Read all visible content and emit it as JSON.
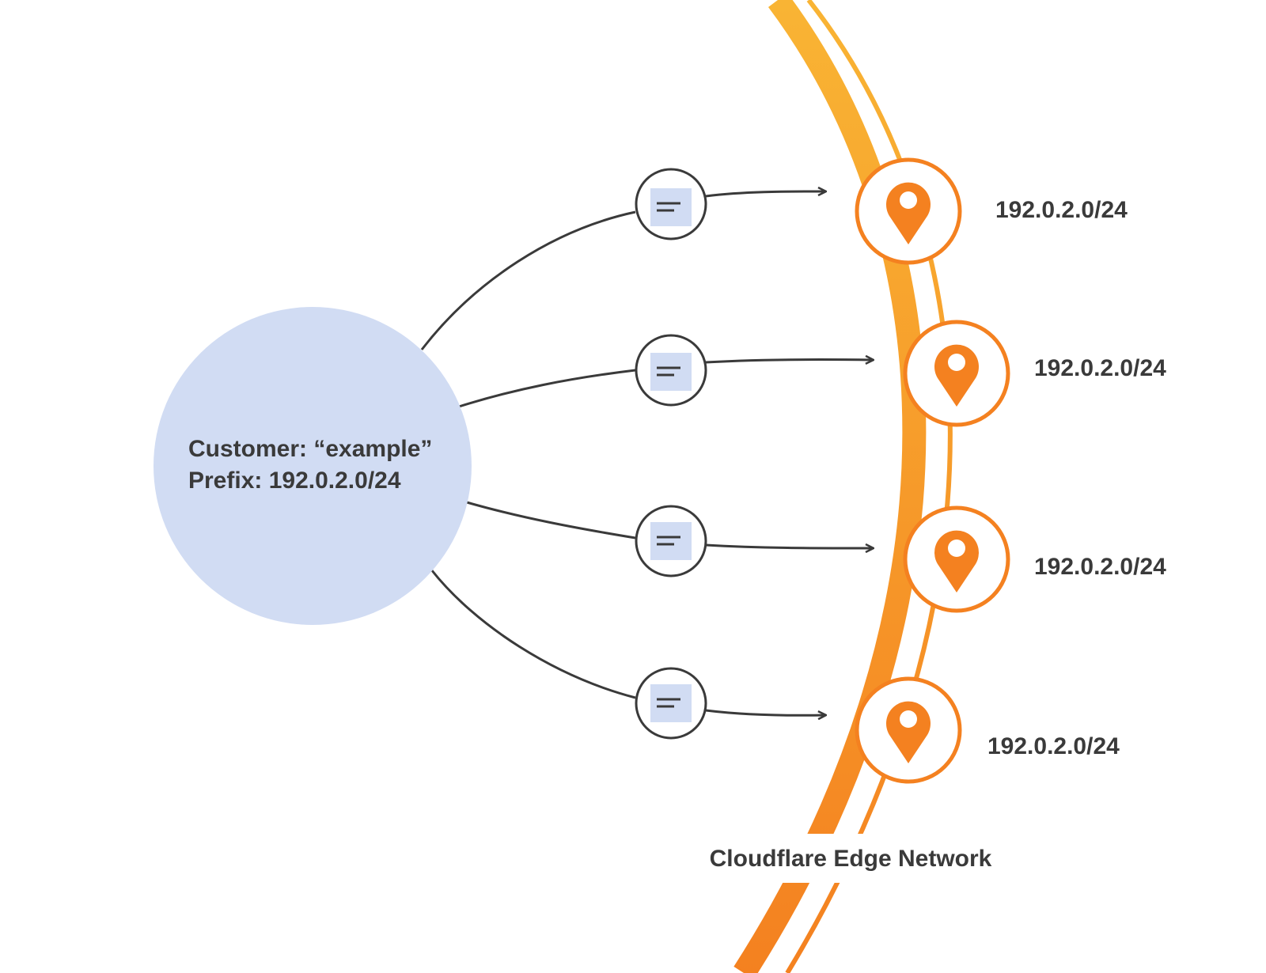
{
  "customer": {
    "customer_line": "Customer: “example”",
    "prefix_line": "Prefix: 192.0.2.0/24"
  },
  "edge": {
    "network_label": "Cloudflare Edge Network",
    "locations": [
      {
        "prefix": "192.0.2.0/24"
      },
      {
        "prefix": "192.0.2.0/24"
      },
      {
        "prefix": "192.0.2.0/24"
      },
      {
        "prefix": "192.0.2.0/24"
      }
    ]
  },
  "messages": [
    {
      "icon": "message-icon"
    },
    {
      "icon": "message-icon"
    },
    {
      "icon": "message-icon"
    },
    {
      "icon": "message-icon"
    }
  ],
  "colors": {
    "customer_fill": "#d1dcf3",
    "edge_ring_top": "#f9b434",
    "edge_ring_bottom": "#f48120",
    "location_stroke": "#f48120",
    "pin_fill": "#f48120",
    "connector_stroke": "#3a3a3a",
    "message_fill": "#d1dcf3",
    "text": "#3a3a3a"
  }
}
